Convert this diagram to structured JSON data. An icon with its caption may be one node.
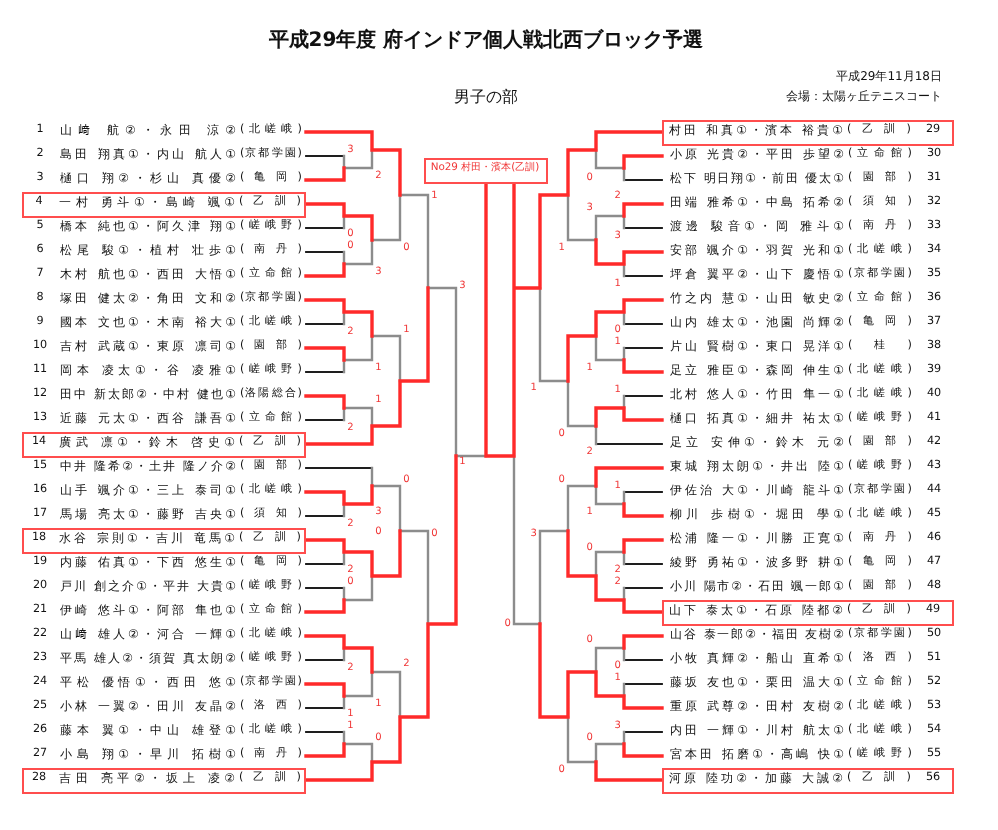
{
  "diagram": {
    "title": "平成29年度 府インドア個人戦北西ブロック予選",
    "nodes": [
      {
        "text": [
          "4",
          "一村 勇斗①・島崎 颯①",
          "(乙訓)"
        ]
      },
      {
        "text": [
          "14",
          "廣武 凛①・鈴木 啓史①",
          "(乙訓)"
        ]
      },
      {
        "text": [
          "18",
          "水谷 宗則①・吉川 竜馬①",
          "(乙訓)"
        ]
      },
      {
        "text": [
          "28",
          "吉田 亮平②・坂上 凌②",
          "(乙訓)"
        ]
      },
      {
        "text": [
          "No29 村田・濱本(乙訓)"
        ]
      },
      {
        "text": [
          "村田 和真①・濱本 裕貴①",
          "(乙訓)",
          "29"
        ]
      },
      {
        "text": [
          "山下 泰太①・石原 陸都②",
          "(乙訓)",
          "49"
        ]
      },
      {
        "text": [
          "河原 陸功②・加藤 大誠②",
          "(乙訓)",
          "56"
        ]
      }
    ],
    "labels": [
      "平成29年11月18日",
      "男子の部",
      "会場：太陽ヶ丘テニスコート",
      "1",
      "山﨑 航②・永田 涼②",
      "(北嵯峨)",
      "2",
      "島田 翔真①・内山 航人①",
      "(京都学園)",
      "3",
      "樋口 翔②・杉山 真優②",
      "(亀岡)",
      "5",
      "橋本 純也①・阿久津 翔①",
      "(嵯峨野)",
      "6",
      "松尾 駿①・植村 壮歩①",
      "(南丹)",
      "7",
      "木村 航也①・西田 大悟①",
      "(立命館)",
      "8",
      "塚田 健太②・角田 文和②",
      "(京都学園)",
      "9",
      "國本 文也①・木南 裕大①",
      "(北嵯峨)",
      "10",
      "吉村 武蔵①・東原 凛司①",
      "(園部)",
      "11",
      "岡本 凌太①・谷 凌雅①",
      "(嵯峨野)",
      "12",
      "田中 新太郎②・中村 健也①",
      "(洛陽総合)",
      "13",
      "近藤 元太①・西谷 謙吾①",
      "(立命館)",
      "15",
      "中井 隆希②・土井 隆ノ介②",
      "(園部)",
      "16",
      "山手 颯介①・三上 泰司①",
      "(北嵯峨)",
      "17",
      "馬場 亮太①・藤野 吉央①",
      "(須知)",
      "19",
      "内藤 佑真①・下西 悠生①",
      "(亀岡)",
      "20",
      "戸川 創之介①・平井 大貴①",
      "(嵯峨野)",
      "21",
      "伊崎 悠斗①・阿部 隼也①",
      "(立命館)",
      "22",
      "山﨑 雄人②・河合 一輝①",
      "(北嵯峨)",
      "23",
      "平馬 雄人②・須賀 真太朗②",
      "(嵯峨野)",
      "24",
      "平松 優悟①・西田 悠①",
      "(京都学園)",
      "25",
      "小林 一翼②・田川 友晶②",
      "(洛西)",
      "26",
      "藤本 翼①・中山 雄登①",
      "(北嵯峨)",
      "27",
      "小島 翔①・早川 拓樹①",
      "(南丹)",
      "小原 光貴②・平田 歩望②",
      "(立命館)",
      "30",
      "松下 明日翔①・前田 優太①",
      "(園部)",
      "31",
      "田端 雅希①・中島 拓希②",
      "(須知)",
      "32",
      "渡邊 駿音①・岡 雅斗①",
      "(南丹)",
      "33",
      "安部 颯介①・羽賀 光和①",
      "(北嵯峨)",
      "34",
      "坪倉 翼平②・山下 慶悟①",
      "(京都学園)",
      "35",
      "竹之内 慧①・山田 敏史②",
      "(立命館)",
      "36",
      "山内 雄太①・池園 尚輝②",
      "(亀岡)",
      "37",
      "片山 賢樹①・東口 晃洋①",
      "(桂)",
      "38",
      "足立 雅臣①・森岡 伸生①",
      "(北嵯峨)",
      "39",
      "北村 悠人①・竹田 隼一①",
      "(北嵯峨)",
      "40",
      "樋口 拓真①・細井 祐太①",
      "(嵯峨野)",
      "41",
      "足立 安伸①・鈴木 元②",
      "(園部)",
      "42",
      "東城 翔太朗①・井出 陸①",
      "(嵯峨野)",
      "43",
      "伊佐治 大①・川崎 龍斗①",
      "(京都学園)",
      "44",
      "柳川 歩樹①・堀田 學①",
      "(北嵯峨)",
      "45",
      "松浦 隆一①・川勝 正寛①",
      "(南丹)",
      "46",
      "綾野 勇祐①・波多野 耕①",
      "(亀岡)",
      "47",
      "小川 陽市②・石田 颯一郎①",
      "(園部)",
      "48",
      "山谷 泰一郎②・福田 友樹②",
      "(京都学園)",
      "50",
      "小牧 真輝②・船山 直希①",
      "(洛西)",
      "51",
      "藤坂 友也①・栗田 温大①",
      "(立命館)",
      "52",
      "重原 武尊②・田村 友樹②",
      "(北嵯峨)",
      "53",
      "内田 一輝①・川村 航太①",
      "(北嵯峨)",
      "54",
      "宮本田 拓磨①・高嶋 快①",
      "(嵯峨野)",
      "55",
      "3",
      "2",
      "1",
      "0",
      "0",
      "0",
      "3",
      "3",
      "2",
      "1",
      "1",
      "1",
      "2",
      "1",
      "0",
      "3",
      "2",
      "0",
      "0",
      "2",
      "0",
      "2",
      "2",
      "1",
      "1",
      "1",
      "0",
      "0",
      "2",
      "3",
      "3",
      "1",
      "1",
      "0",
      "1",
      "1",
      "1",
      "1",
      "0",
      "2",
      "0",
      "1",
      "1",
      "3",
      "0",
      "2",
      "2",
      "0",
      "0",
      "0",
      "1",
      "3",
      "0",
      "0"
    ]
  }
}
